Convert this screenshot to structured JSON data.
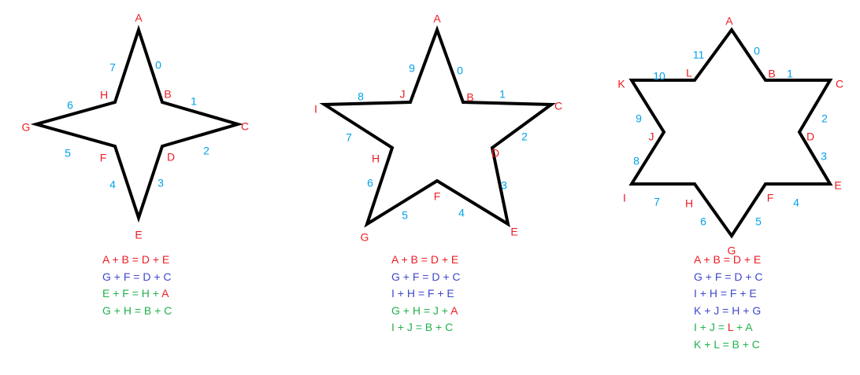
{
  "colors": {
    "outline": "#000000",
    "vertex_label": "#ed1c24",
    "edge_index": "#00a2e8",
    "eq_red": "#ed1c24",
    "eq_blue": "#3f48cc",
    "eq_green": "#22b14c"
  },
  "diagrams": [
    {
      "vertices": [
        "A",
        "B",
        "C",
        "D",
        "E",
        "F",
        "G",
        "H"
      ],
      "edge_indices": [
        "0",
        "1",
        "2",
        "3",
        "4",
        "5",
        "6",
        "7"
      ],
      "equations": [
        {
          "color": "red",
          "parts": [
            {
              "t": "A + B = D + E",
              "c": "red"
            }
          ]
        },
        {
          "color": "blue",
          "parts": [
            {
              "t": "G + F = D + C",
              "c": "blue"
            }
          ]
        },
        {
          "color": "green",
          "parts": [
            {
              "t": "E + F = H + ",
              "c": "green"
            },
            {
              "t": "A",
              "c": "red"
            }
          ]
        },
        {
          "color": "green",
          "parts": [
            {
              "t": "G + H = B + C",
              "c": "green"
            }
          ]
        }
      ]
    },
    {
      "vertices": [
        "A",
        "B",
        "C",
        "D",
        "E",
        "F",
        "G",
        "H",
        "I",
        "J"
      ],
      "edge_indices": [
        "0",
        "1",
        "2",
        "3",
        "4",
        "5",
        "6",
        "7",
        "8",
        "9"
      ],
      "equations": [
        {
          "color": "red",
          "parts": [
            {
              "t": "A + B = D + E",
              "c": "red"
            }
          ]
        },
        {
          "color": "blue",
          "parts": [
            {
              "t": "G + F = D + C",
              "c": "blue"
            }
          ]
        },
        {
          "color": "blue",
          "parts": [
            {
              "t": "I + H = F + E",
              "c": "blue"
            }
          ]
        },
        {
          "color": "green",
          "parts": [
            {
              "t": "G + H = J + ",
              "c": "green"
            },
            {
              "t": "A",
              "c": "red"
            }
          ]
        },
        {
          "color": "green",
          "parts": [
            {
              "t": "I + J = B + C",
              "c": "green"
            }
          ]
        }
      ]
    },
    {
      "vertices": [
        "A",
        "B",
        "C",
        "D",
        "E",
        "F",
        "G",
        "H",
        "I",
        "J",
        "K",
        "L"
      ],
      "edge_indices": [
        "0",
        "1",
        "2",
        "3",
        "4",
        "5",
        "6",
        "7",
        "8",
        "9",
        "10",
        "11"
      ],
      "equations": [
        {
          "color": "red",
          "parts": [
            {
              "t": "A + B = D + E",
              "c": "red"
            }
          ]
        },
        {
          "color": "blue",
          "parts": [
            {
              "t": "G + F = D + C",
              "c": "blue"
            }
          ]
        },
        {
          "color": "blue",
          "parts": [
            {
              "t": "I + H = F + E",
              "c": "blue"
            }
          ]
        },
        {
          "color": "blue",
          "parts": [
            {
              "t": "K + J = H + G",
              "c": "blue"
            }
          ]
        },
        {
          "color": "green",
          "parts": [
            {
              "t": "I + J = ",
              "c": "green"
            },
            {
              "t": "L",
              "c": "red"
            },
            {
              "t": " + A",
              "c": "green"
            }
          ]
        },
        {
          "color": "green",
          "parts": [
            {
              "t": "K + L = B + C",
              "c": "green"
            }
          ]
        }
      ]
    }
  ]
}
